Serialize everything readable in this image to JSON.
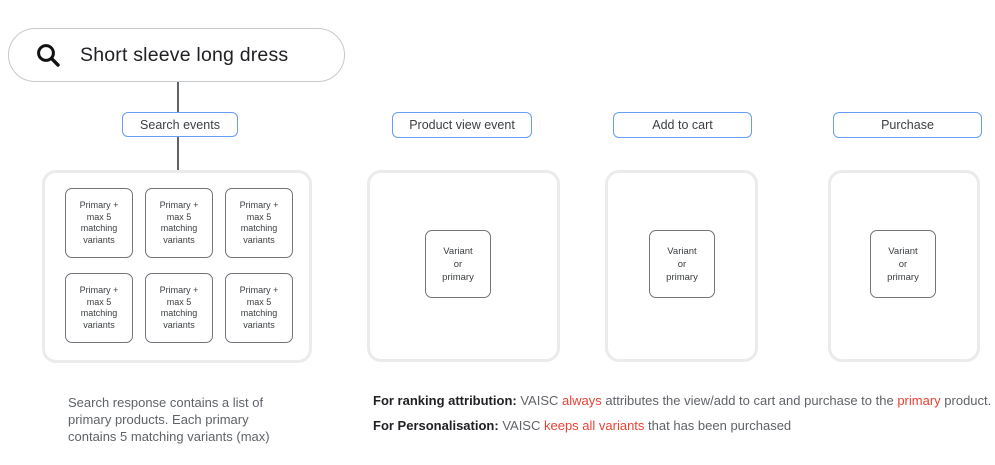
{
  "search_bar": {
    "query": "Short sleeve long dress",
    "icon": "search-icon"
  },
  "events": [
    {
      "label": "Search events"
    },
    {
      "label": "Product view event"
    },
    {
      "label": "Add to cart"
    },
    {
      "label": "Purchase"
    }
  ],
  "boxes": {
    "search_result_box_label": "Primary +\nmax 5\nmatching\nvariants",
    "search_result_box_count": 6,
    "event_box_label": "Variant\nor\nprimary"
  },
  "captions": {
    "search_note": "Search response contains a list of\nprimary products. Each primary\ncontains 5 matching variants (max)",
    "ranking": {
      "label": "For ranking attribution:",
      "t1": " VAISC ",
      "red1": "always",
      "t2": " attributes the view/add to cart and purchase to the ",
      "red2": "primary",
      "t3": " product."
    },
    "personalisation": {
      "label": "For Personalisation:",
      "t1": " VAISC ",
      "red1": "keeps all variants",
      "t2": " that has been purchased"
    }
  },
  "colors": {
    "chip_border_blue": "#669df6",
    "card_border_gray": "#ebebeb",
    "box_border_gray": "#70757a",
    "highlight_red": "#ea4335",
    "text_gray": "#5f6368",
    "text_dark": "#202124"
  }
}
